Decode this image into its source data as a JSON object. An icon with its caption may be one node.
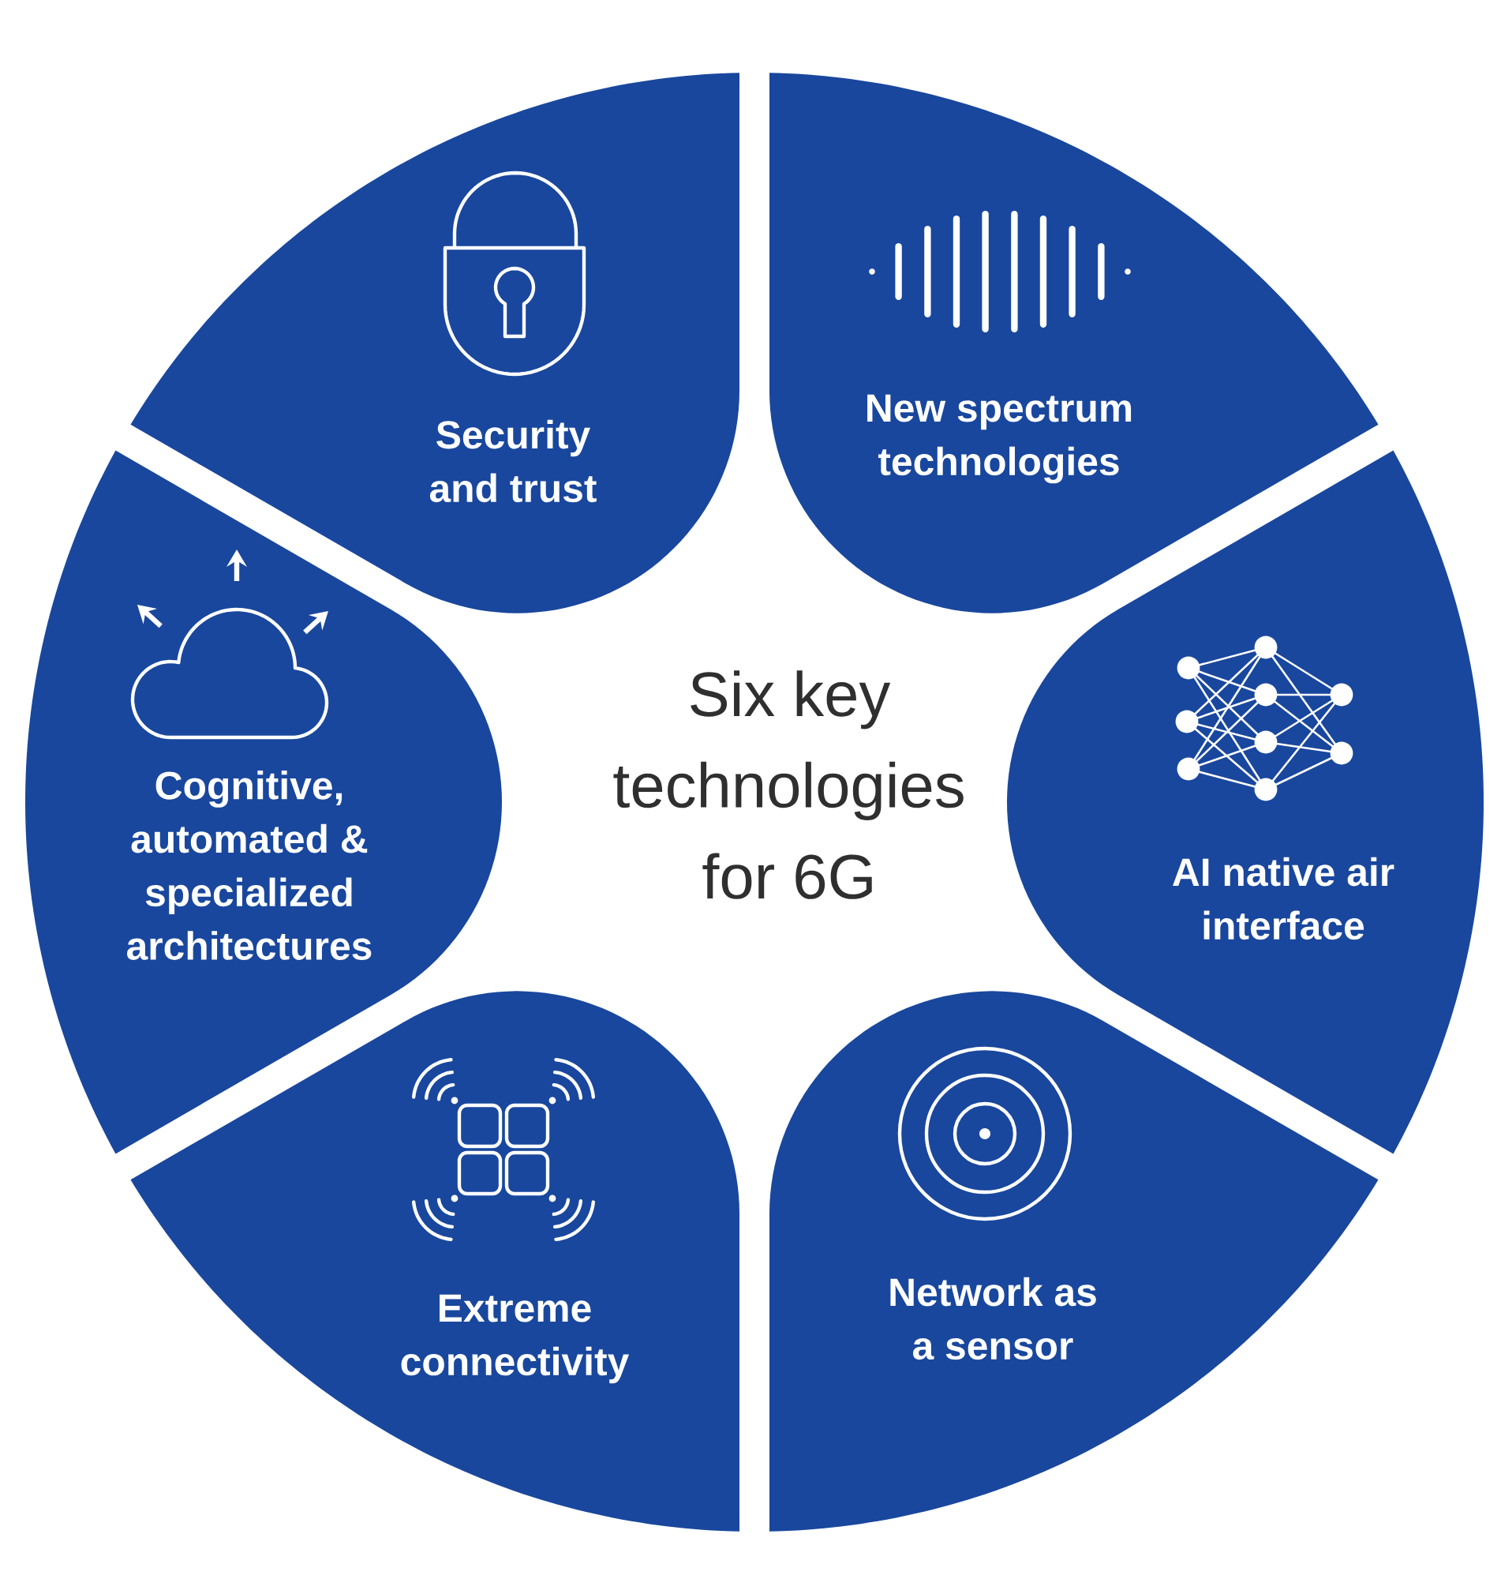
{
  "diagram": {
    "title": "Six key technologies for 6G",
    "nodes": [
      {
        "text": [
          "Security and trust"
        ]
      },
      {
        "text": [
          "New spectrum technologies"
        ]
      },
      {
        "text": [
          "Cognitive, automated & specialized architectures"
        ]
      },
      {
        "text": [
          "AI native air interface"
        ]
      },
      {
        "text": [
          "Extreme connectivity"
        ]
      },
      {
        "text": [
          "Network as a sensor"
        ]
      }
    ]
  }
}
